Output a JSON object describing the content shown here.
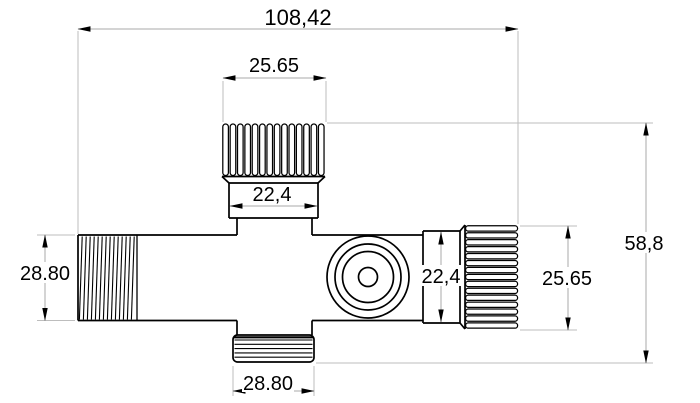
{
  "drawing": {
    "type": "technical-dimension-drawing",
    "part": "angle-valve-front-view",
    "dimensions": {
      "overall_width": "108,42",
      "top_knob_width": "25.65",
      "top_collar_width": "22,4",
      "left_thread_diameter": "28.80",
      "right_collar_height": "22,4",
      "right_knob_height": "25.65",
      "overall_height": "58,8",
      "bottom_thread_width": "28.80"
    },
    "colors": {
      "background": "#ffffff",
      "outline": "#000000",
      "dimension_line": "#a8a8a8",
      "extension_line": "#bdbdbd",
      "text": "#000000"
    }
  }
}
